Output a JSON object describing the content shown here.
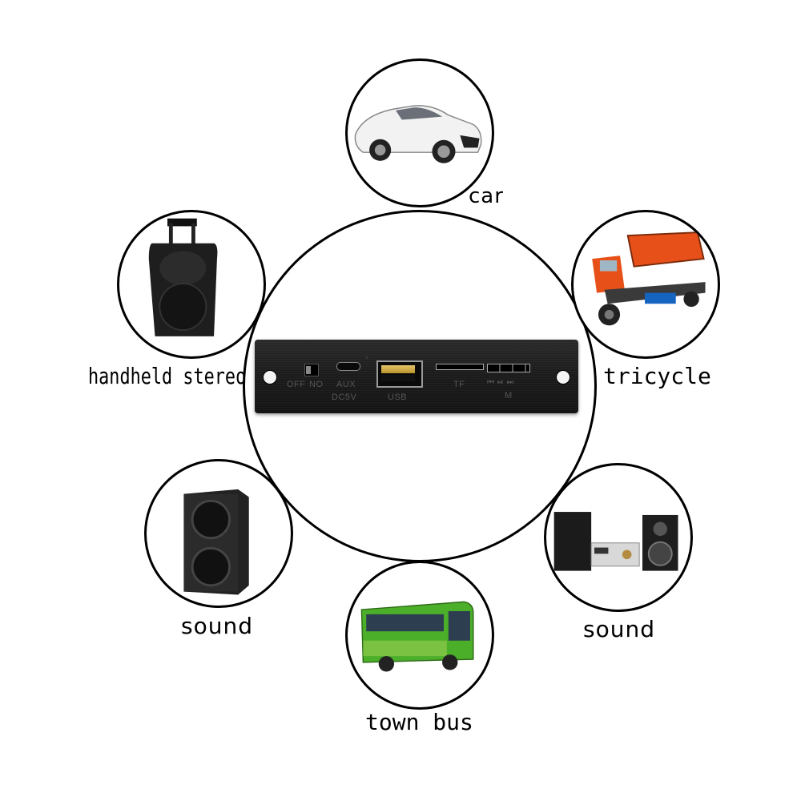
{
  "labels": {
    "car": "car",
    "tricycle": "tricycle",
    "handheld_stereo": "handheld stereo",
    "sound_left": "sound",
    "sound_right": "sound",
    "town_bus": "town bus"
  },
  "panel": {
    "switch_off": "OFF",
    "switch_on": "NO",
    "aux": "AUX",
    "dc5v": "DC5V",
    "usb": "USB",
    "tf": "TF",
    "controls": "⏮ ⏯ ⏭",
    "mode": "M"
  },
  "colors": {
    "ring": "#000000",
    "panel": "#1b1b1b",
    "tricycle_orange": "#e8501a",
    "bus_green": "#4caf2a"
  }
}
